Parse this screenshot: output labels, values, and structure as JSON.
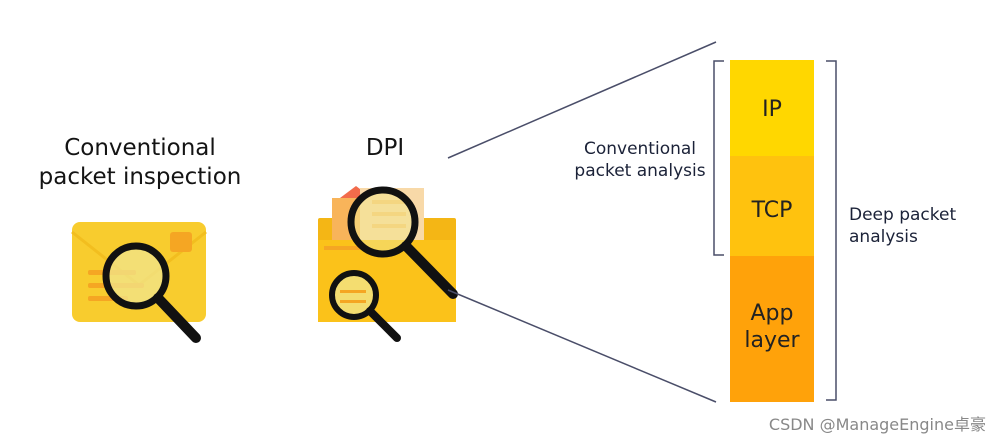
{
  "conventional": {
    "title_line1": "Conventional",
    "title_line2": "packet inspection"
  },
  "dpi": {
    "title": "DPI"
  },
  "stack": {
    "layers": [
      {
        "label": "IP",
        "color": "#FFD700"
      },
      {
        "label": "TCP",
        "color": "#FFC20E"
      },
      {
        "label_line1": "App",
        "label_line2": "layer",
        "color": "#FFA20A"
      }
    ],
    "conventional_analysis_line1": "Conventional",
    "conventional_analysis_line2": "packet analysis",
    "deep_analysis_line1": "Deep packet",
    "deep_analysis_line2": "analysis"
  },
  "watermark": "CSDN @ManageEngine卓豪",
  "colors": {
    "envelope": "#F8CC2E",
    "envelope_flap": "#F2BE1F",
    "stamp": "#F5A623",
    "folder": "#FBC21A",
    "folder_back": "#F4B615",
    "paper": "#F8D9A8",
    "paper_corner": "#F26B4B",
    "lens": "#F2E58D",
    "magnifier": "#111111",
    "line": "#4A4E69"
  }
}
